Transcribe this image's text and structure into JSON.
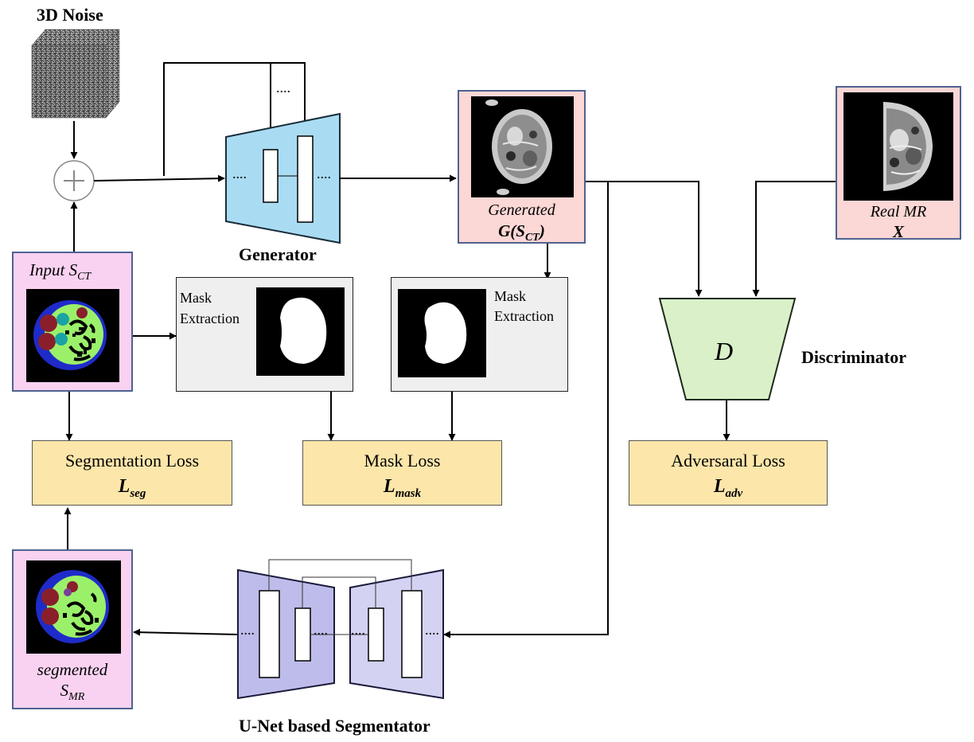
{
  "noise": {
    "label": "3D Noise"
  },
  "adder": {
    "symbol": "+"
  },
  "generator": {
    "label": "Generator",
    "dots_top": "....",
    "dots_left": "....",
    "dots_right": "...."
  },
  "input_ct": {
    "label_prefix": "Input S",
    "label_sub": "CT"
  },
  "generated": {
    "label": "Generated",
    "symbol_prefix": "G(S",
    "symbol_sub": "CT",
    "symbol_suffix": ")"
  },
  "real_mr": {
    "label": "Real MR",
    "symbol": "X"
  },
  "mask_extraction_left": {
    "label_line1": "Mask",
    "label_line2": "Extraction"
  },
  "mask_extraction_right": {
    "label_line1": "Mask",
    "label_line2": "Extraction"
  },
  "discriminator": {
    "symbol": "D",
    "label": "Discriminator"
  },
  "seg_loss": {
    "title": "Segmentation Loss",
    "symbol": "L",
    "sub": "seg"
  },
  "mask_loss": {
    "title": "Mask Loss",
    "symbol": "L",
    "sub": "mask"
  },
  "adv_loss": {
    "title": "Adversaral Loss",
    "symbol": "L",
    "sub": "adv"
  },
  "segmented": {
    "label": "segmented",
    "symbol_prefix": "S",
    "symbol_sub": "MR"
  },
  "unet": {
    "label": "U-Net based Segmentator",
    "dots": "...."
  },
  "colors": {
    "generator_fill": "#a9dcf3",
    "discriminator_fill": "#d9f0c9",
    "unet_fill": "#bebcea",
    "pink": "#f9d2f1",
    "salmon": "#fbd7d5",
    "loss_fill": "#fde6aa",
    "mask_fill": "#efefef",
    "seg_green": "#9bf06a",
    "seg_blue": "#1f2bc9",
    "seg_red": "#8a1f2c",
    "seg_teal": "#1aa3a3"
  }
}
